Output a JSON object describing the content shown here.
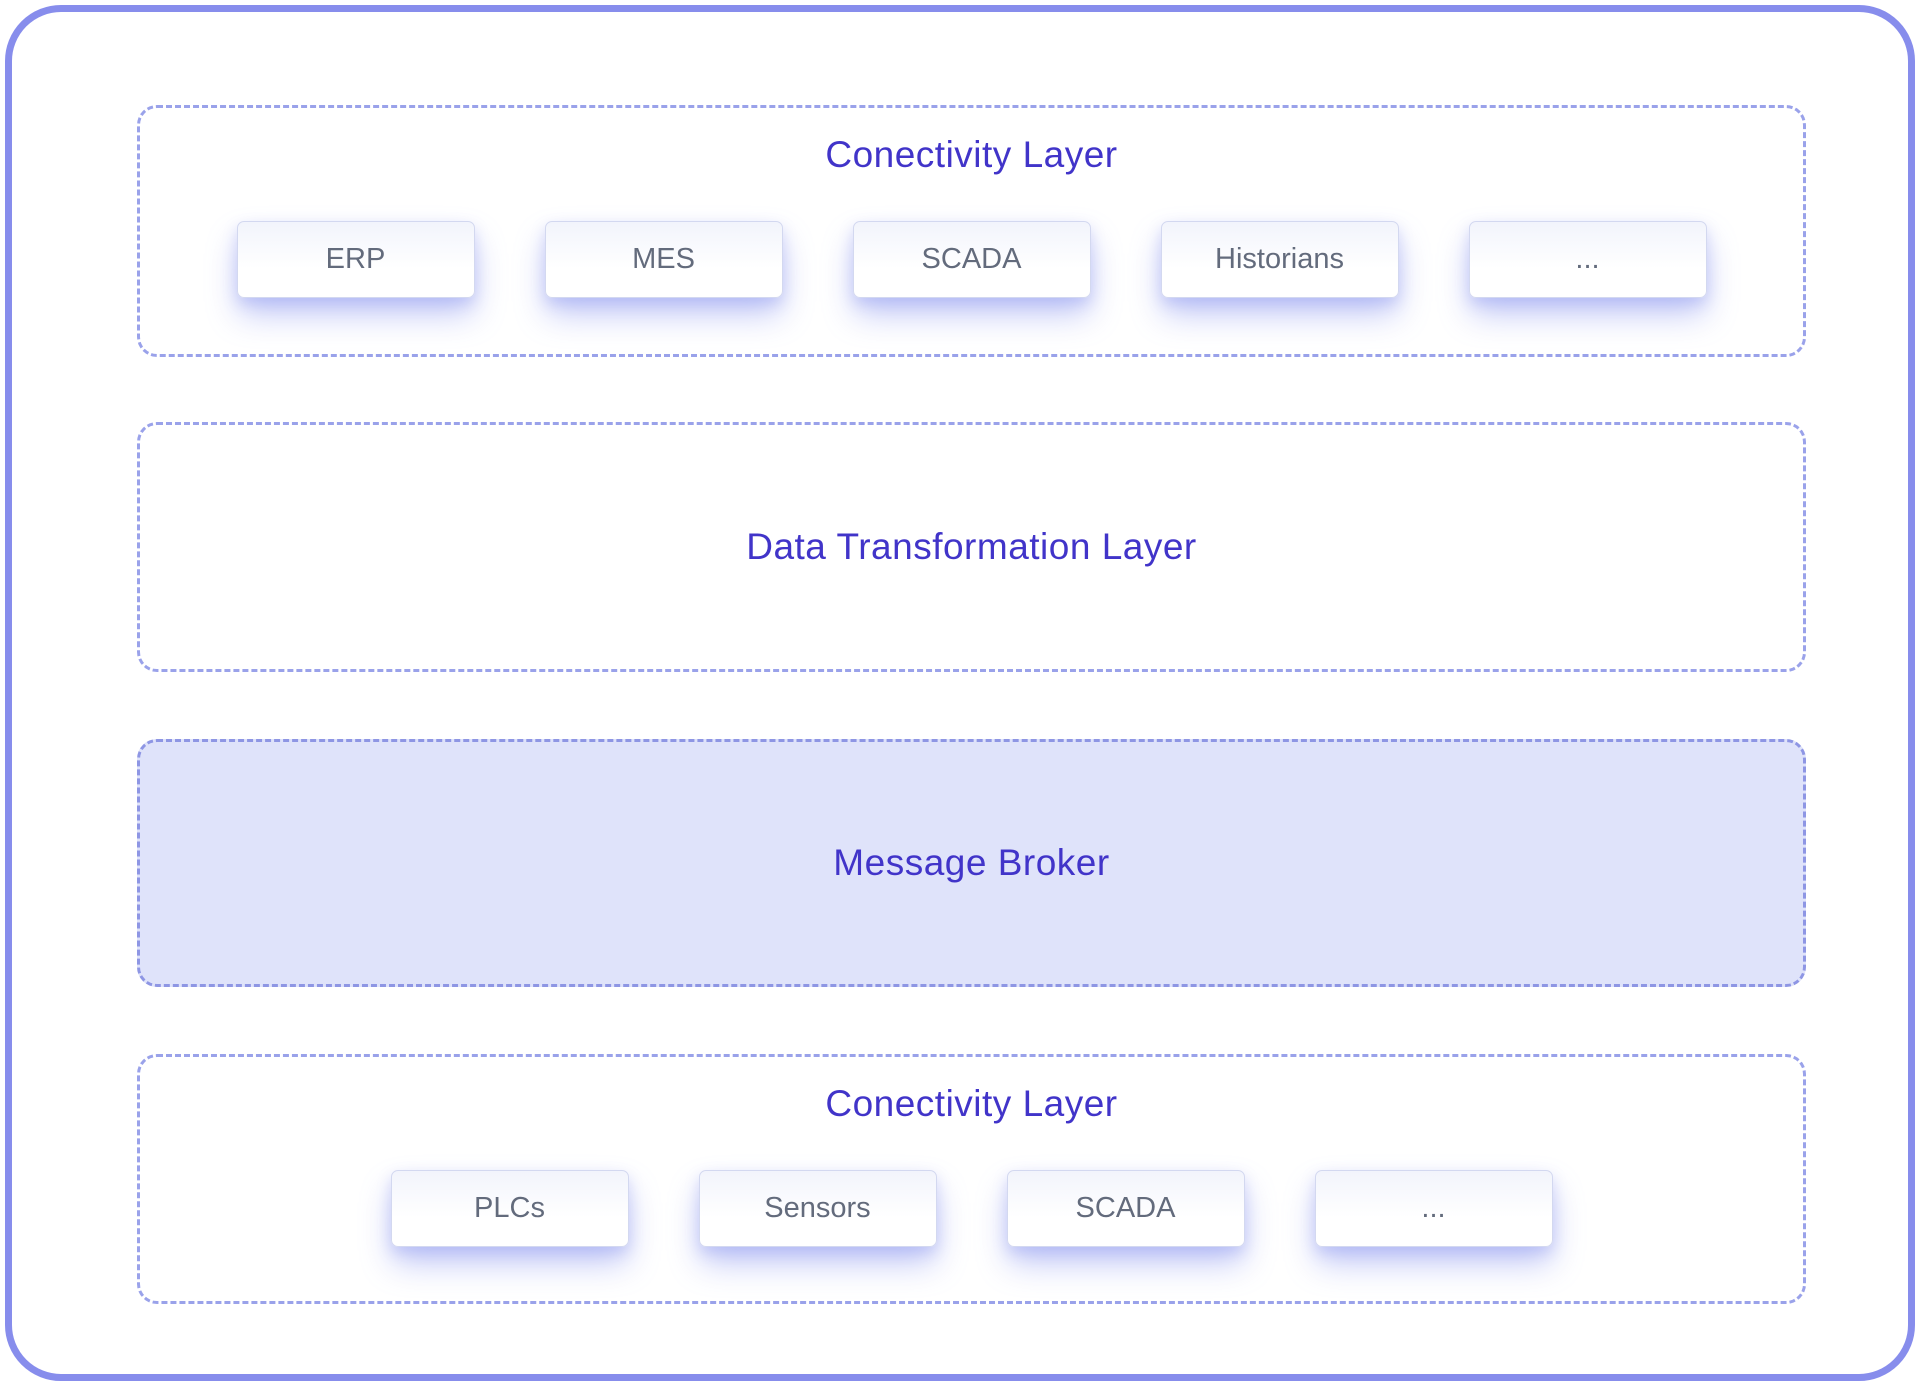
{
  "diagram": {
    "sections": [
      {
        "id": "connectivity-top",
        "title": "Conectivity Layer",
        "boxes": [
          "ERP",
          "MES",
          "SCADA",
          "Historians",
          "..."
        ]
      },
      {
        "id": "data-transformation",
        "title": "Data Transformation Layer",
        "boxes": []
      },
      {
        "id": "message-broker",
        "title": "Message Broker",
        "boxes": []
      },
      {
        "id": "connectivity-bottom",
        "title": "Conectivity Layer",
        "boxes": [
          "PLCs",
          "Sensors",
          "SCADA",
          "..."
        ]
      }
    ],
    "colors": {
      "outer_border": "#878dec",
      "dashed_border": "#9aa2ea",
      "title_text": "#4134c9",
      "box_text": "#636b7c",
      "box_border": "#d3d8f0",
      "box_glow": "#808bee",
      "broker_fill": "#dfe3fa",
      "background": "#ffffff"
    }
  }
}
